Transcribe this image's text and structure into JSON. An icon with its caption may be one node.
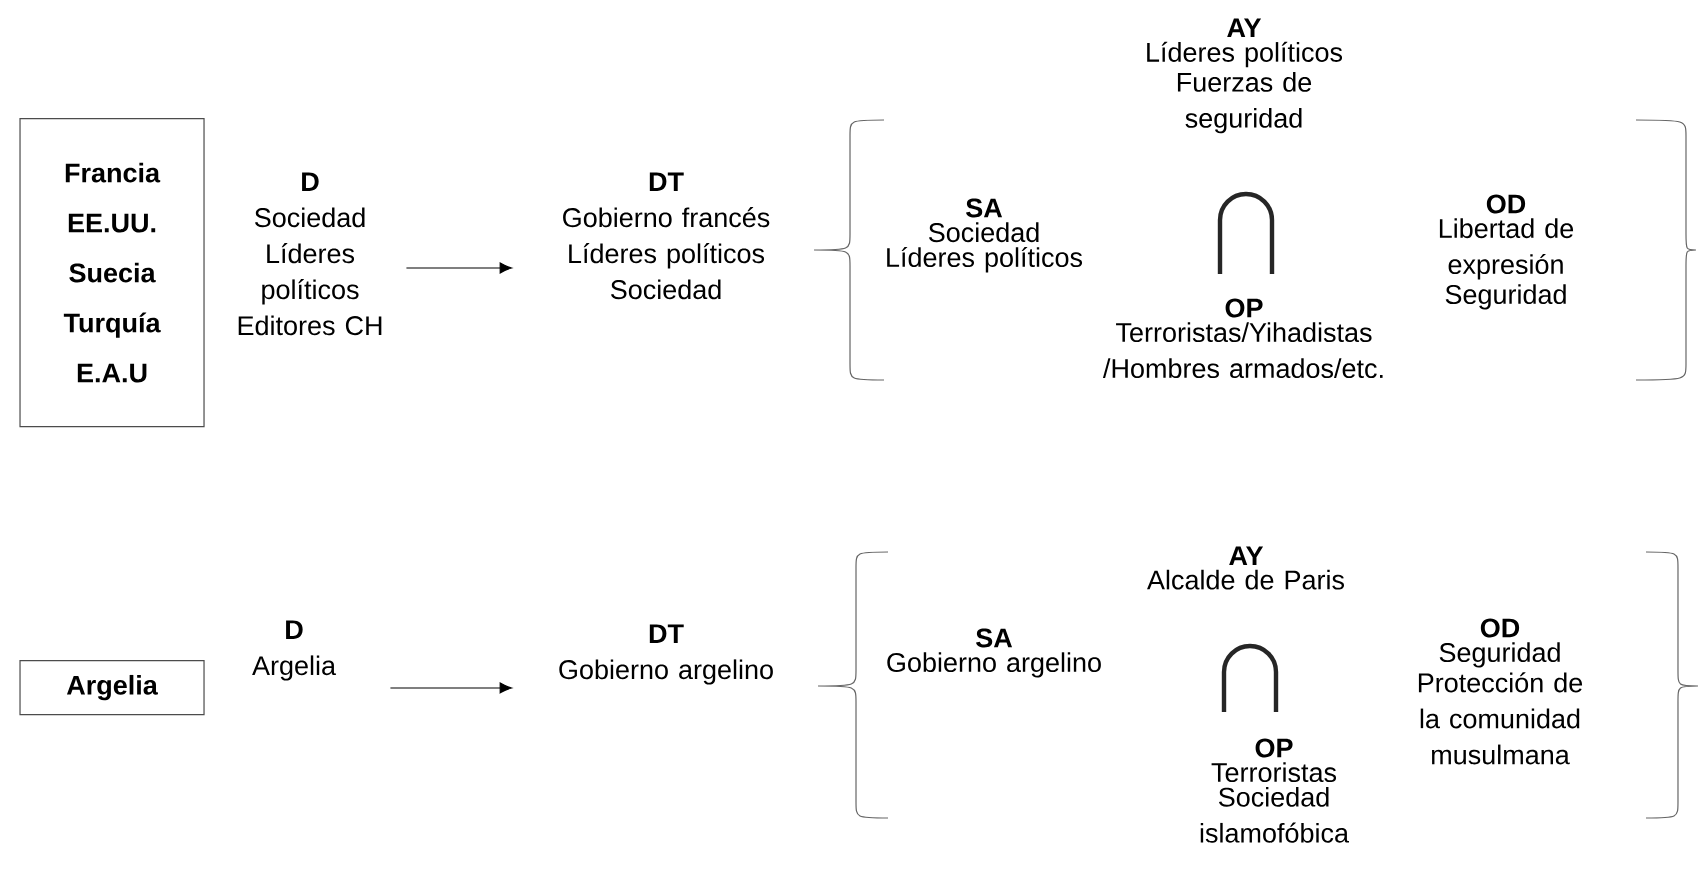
{
  "diagram": {
    "nodes": [
      {
        "text": [
          "Francia",
          "EE.UU.",
          "Suecia",
          "Turquía",
          "E.A.U"
        ]
      },
      {
        "text": [
          "D",
          "Sociedad",
          "Líderes políticos",
          "Editores CH"
        ]
      },
      {
        "text": [
          "DT",
          "Gobierno francés",
          "Líderes políticos",
          "Sociedad"
        ]
      },
      {
        "text": [
          "Argelia"
        ]
      },
      {
        "text": [
          "D",
          "Argelia"
        ]
      },
      {
        "text": [
          "DT",
          "Gobierno argelino"
        ]
      }
    ],
    "edges": [
      {
        "from": 1,
        "to": 2,
        "arrow": "to"
      },
      {
        "from": 4,
        "to": 5,
        "arrow": "to"
      }
    ],
    "labels": [
      "AY",
      "Líderes políticos",
      "Fuerzas de seguridad",
      "SA",
      "Sociedad",
      "Líderes políticos",
      "OD",
      "Libertad de expresión",
      "Seguridad",
      "OP",
      "Terroristas/Yihadistas /Hombres armados/etc.",
      "AY",
      "Alcalde de Paris",
      "SA",
      "Gobierno argelino",
      "OD",
      "Seguridad",
      "Protección de la comunidad musulmana",
      "OP",
      "Terroristas",
      "Sociedad islamofóbica"
    ]
  }
}
